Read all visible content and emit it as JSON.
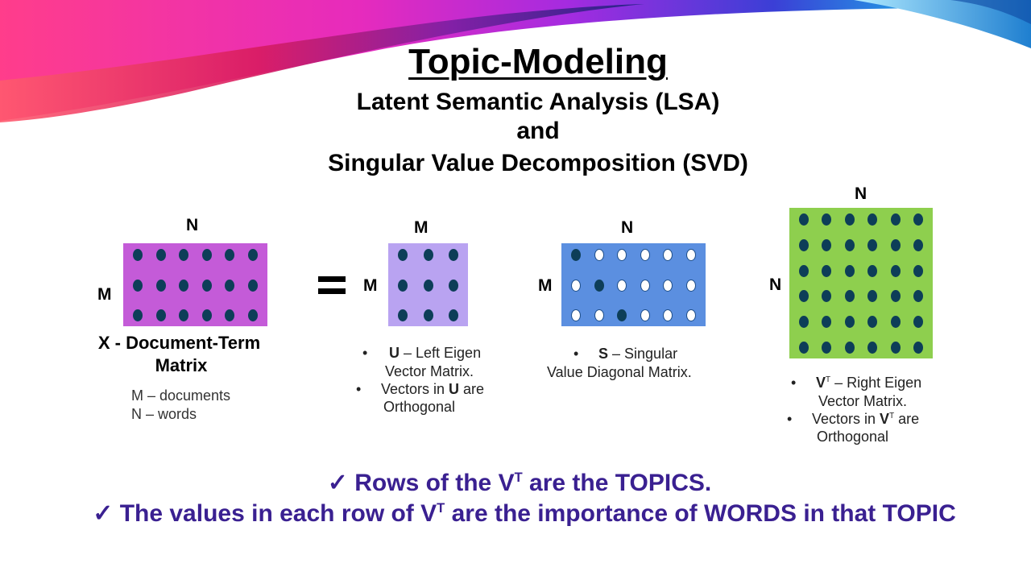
{
  "title": "Topic-Modeling",
  "subtitle_lines": [
    "Latent Semantic Analysis (LSA)",
    "and",
    "Singular Value Decomposition (SVD)"
  ],
  "equals_sign": "=",
  "matrices": {
    "x": {
      "color": "#c45bd8",
      "top_label": "N",
      "side_label": "M",
      "rows": 3,
      "cols": 6,
      "caption_line1": "X - Document-Term",
      "caption_line2": "Matrix",
      "note_line1": "M – documents",
      "note_line2": "N – words"
    },
    "u": {
      "color": "#b9a3f1",
      "top_label": "M",
      "side_label": "M",
      "rows": 3,
      "cols": 3,
      "bullet1_bold": "U",
      "bullet1_rest": " – Left Eigen",
      "bullet1_line2": "Vector Matrix.",
      "bullet2_pre": "Vectors in ",
      "bullet2_bold": "U",
      "bullet2_post": " are",
      "bullet2_line2": "Orthogonal"
    },
    "s": {
      "color": "#5b8fe0",
      "top_label": "N",
      "side_label": "M",
      "rows": 3,
      "cols": 6,
      "bullet1_bold": "S",
      "bullet1_rest": " – Singular",
      "bullet1_line2": "Value Diagonal Matrix."
    },
    "vt": {
      "color": "#8ecf4e",
      "top_label": "N",
      "side_label": "N",
      "rows": 6,
      "cols": 6,
      "bullet1_bold": "V",
      "bullet1_sup": "T",
      "bullet1_rest": " – Right Eigen",
      "bullet1_line2": "Vector Matrix.",
      "bullet2_pre": "Vectors in ",
      "bullet2_bold": "V",
      "bullet2_sup": "T",
      "bullet2_post": " are",
      "bullet2_line2": "Orthogonal"
    }
  },
  "bullet_char": "•",
  "bottom_points": [
    {
      "check": "✓",
      "pre": "Rows of the V",
      "sup": "T",
      "post": " are the TOPICS."
    },
    {
      "check": "✓",
      "pre": "The values in each row of V",
      "sup": "T",
      "post": " are the importance of WORDS in that TOPIC"
    }
  ],
  "colors": {
    "dot": "#0d3e58",
    "bottom_text": "#3a2091"
  }
}
